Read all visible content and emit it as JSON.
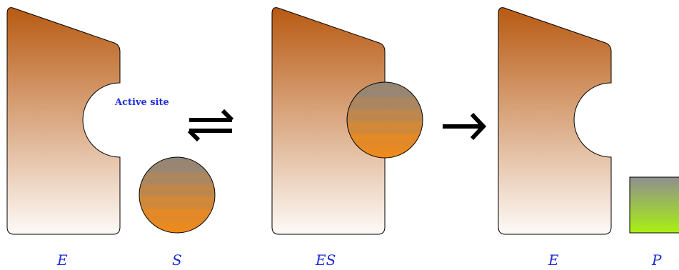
{
  "labels": {
    "enzyme": "E",
    "substrate": "S",
    "complex": "ES",
    "enzyme_after": "E",
    "product": "P"
  },
  "annotation": {
    "active_site": "Active site"
  },
  "arrows": {
    "equilibrium": "⇌",
    "forward": "→"
  },
  "colors": {
    "enzyme_top": "#b85a12",
    "enzyme_bottom": "#fdfaf7",
    "substrate_gray": "#8a8580",
    "substrate_orange": "#f28a18",
    "product_gray": "#8f8f8f",
    "product_green": "#a8f012",
    "label": "#1f2fd6"
  }
}
